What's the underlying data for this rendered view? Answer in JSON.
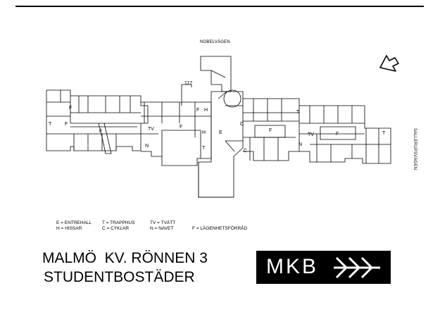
{
  "streets": {
    "top": "NOBELVÄGEN",
    "right": "SALLERUPSVÄGEN"
  },
  "legend": [
    {
      "col": 0,
      "row": 0,
      "text": "E = ENTREHALL"
    },
    {
      "col": 0,
      "row": 1,
      "text": "H = HISSAR"
    },
    {
      "col": 1,
      "row": 0,
      "text": "T = TRAPPHUS"
    },
    {
      "col": 1,
      "row": 1,
      "text": "C = CYKLAR"
    },
    {
      "col": 2,
      "row": 0,
      "text": "TV = TVÄTT"
    },
    {
      "col": 2,
      "row": 1,
      "text": "N = NAVET"
    },
    {
      "col": 3,
      "row": 1,
      "text": "F = LÄGENHETSFÖRRÅD"
    }
  ],
  "title": {
    "line1": "MALMÖ  KV. RÖNNEN 3",
    "line2": "STUDENTBOSTÄDER"
  },
  "logo": {
    "text": "MKB"
  },
  "plan": {
    "room_number": "117",
    "labels": [
      "F",
      "T",
      "F",
      "F",
      "F",
      "H",
      "TV",
      "F",
      "H",
      "N",
      "T",
      "E",
      "C",
      "C",
      "T",
      "F",
      "TV",
      "F",
      "T",
      "N"
    ]
  },
  "colors": {
    "ink": "#000000",
    "paper": "#ffffff"
  }
}
